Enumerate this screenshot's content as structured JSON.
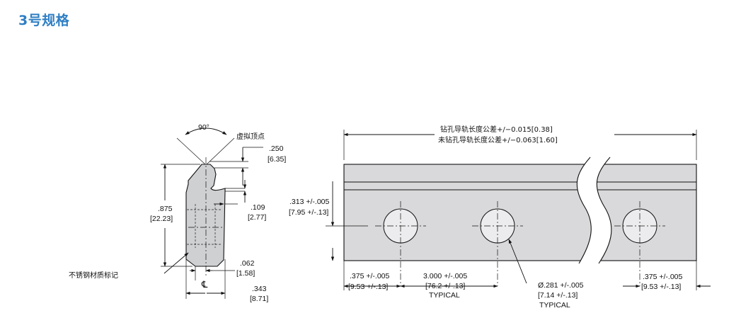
{
  "title": "3号规格",
  "profile": {
    "angle_label": "90°",
    "vertex_label": "虚拟顶点",
    "top_offset": ".250",
    "top_offset_mm": "[6.35]",
    "height": ".875",
    "height_mm": "[22.23]",
    "neck": ".109",
    "neck_mm": "[2.77]",
    "base_step": ".062",
    "base_step_mm": "[1.58]",
    "width": ".343",
    "width_mm": "[8.71]",
    "centerline_symbol": "℄",
    "material_mark": "不锈钢材质标记"
  },
  "rail": {
    "length_drilled": "钻孔导轨长度公差+/−0.015[0.38]",
    "length_undrilled": "未钻孔导轨长度公差+/−0.063[1.60]",
    "hole_height": ".313 +/-.005",
    "hole_height_mm": "[7.95 +/-.13]",
    "end_left": ".375 +/-.005",
    "end_left_mm": "[9.53 +/-.13]",
    "pitch": "3.000 +/-.005",
    "pitch_mm": "[76.2 +/-.13]",
    "pitch_note": "TYPICAL",
    "hole_dia": "Ø.281 +/-.005",
    "hole_dia_mm": "[7.14 +/-.13]",
    "hole_note": "TYPICAL",
    "end_right": ".375 +/-.005",
    "end_right_mm": "[9.53 +/-.13]"
  },
  "colors": {
    "title": "#2f7fc4",
    "part_fill": "#cfd0d2",
    "rail_fill": "#d9d9db",
    "line": "#111111"
  }
}
